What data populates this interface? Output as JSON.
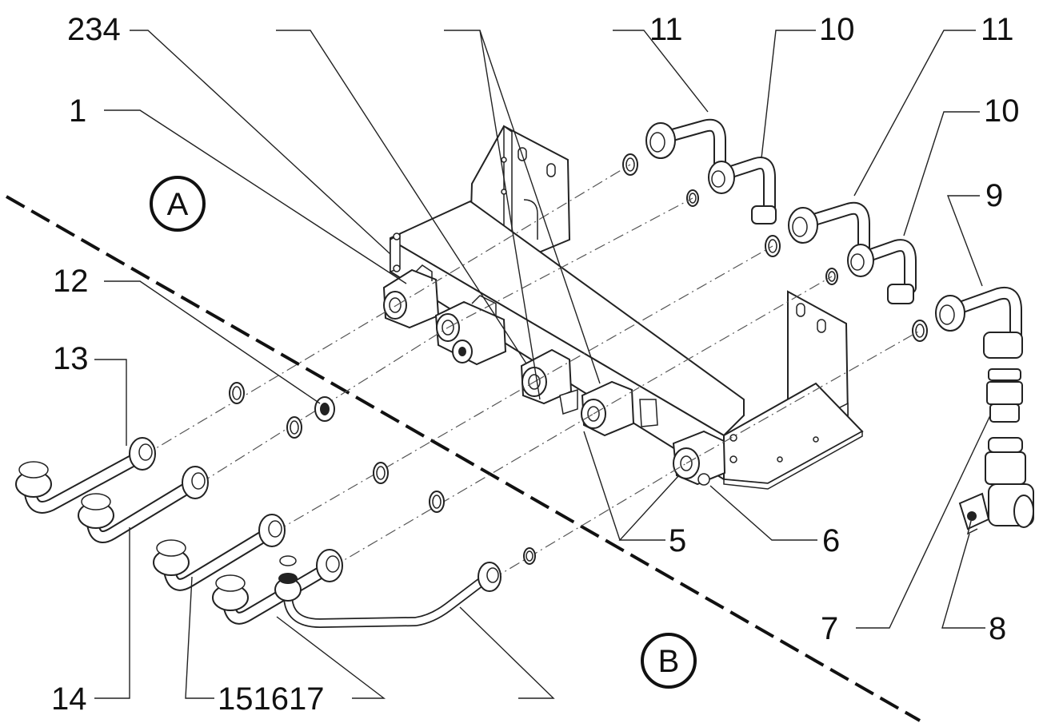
{
  "callouts": [
    {
      "id": "c-234",
      "text": "234"
    },
    {
      "id": "c-1",
      "text": "1"
    },
    {
      "id": "c-11a",
      "text": "11"
    },
    {
      "id": "c-10a",
      "text": "10"
    },
    {
      "id": "c-11b",
      "text": "11"
    },
    {
      "id": "c-10b",
      "text": "10"
    },
    {
      "id": "c-9",
      "text": "9"
    },
    {
      "id": "c-12",
      "text": "12"
    },
    {
      "id": "c-13",
      "text": "13"
    },
    {
      "id": "c-5",
      "text": "5"
    },
    {
      "id": "c-6",
      "text": "6"
    },
    {
      "id": "c-7",
      "text": "7"
    },
    {
      "id": "c-8",
      "text": "8"
    },
    {
      "id": "c-14",
      "text": "14"
    },
    {
      "id": "c-151617",
      "text": "151617"
    }
  ],
  "zones": {
    "a": "A",
    "b": "B"
  }
}
